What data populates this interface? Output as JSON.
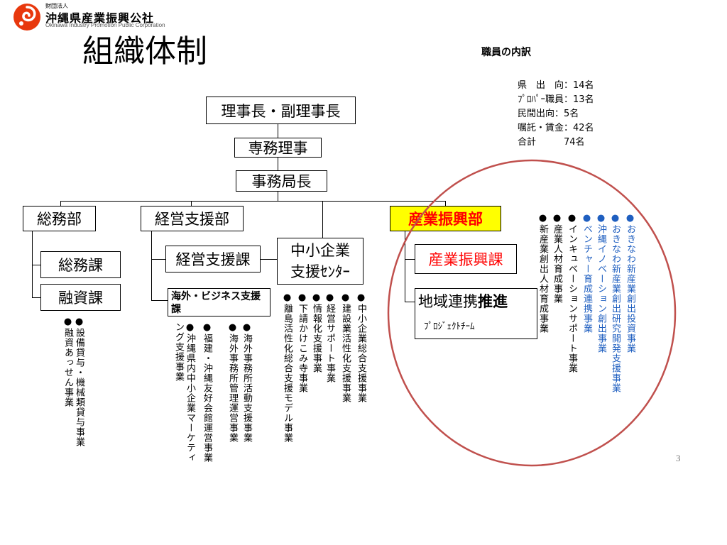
{
  "logo": {
    "small": "財団法人",
    "name": "沖縄県産業振興公社",
    "english": "Okinawa Industry Promotion Public Corporation"
  },
  "title": "組織体制",
  "staff": {
    "title": "職員の内訳",
    "lines": [
      "県　出　向：14名",
      "ﾌﾟﾛﾊﾟｰ職員：13名",
      "民間出向：5名",
      "嘱託・賃金：42名",
      "合計　　　74名"
    ]
  },
  "org": {
    "chairman": "理事長・副理事長",
    "director": "専務理事",
    "secretariat": "事務局長",
    "general_affairs": {
      "dept": "総務部",
      "sections": [
        "総務課",
        "融資課"
      ],
      "projects": [
        "●設備貸与・機械類貸与事業",
        "●融資あっせん事業"
      ]
    },
    "management_support": {
      "dept": "経営支援部",
      "section": "経営支援課",
      "overseas": "海外・ビジネス支援課",
      "overseas_projects": [
        "●海外事務所活動支援事業",
        "●海外事務所管理運営事業",
        "●福建・沖縄友好会館運営事業",
        "●沖縄県内中小企業マーケティング支援事業"
      ],
      "sme_center_line1": "中小企業",
      "sme_center_line2": "支援ｾﾝﾀｰ",
      "sme_projects": [
        "●中小企業総合支援事業",
        "●建設業活性化支援事業",
        "●経営サポート事業",
        "●情報化支援事業",
        "●下請かけこみ寺事業",
        "●離島活性化総合支援モデル事業"
      ]
    },
    "industry_promotion": {
      "dept": "産業振興部",
      "section": "産業振興課",
      "regional": "地域連携",
      "regional_bold": "推進",
      "project_team": "ﾌﾟﾛｼﾞｪｸﾄﾁｰﾑ",
      "blue_projects": [
        "●おきなわ新産業創出投資事業",
        "●おきなわ新産業創出研究開発支援事業",
        "●沖縄イノベーション創出事業",
        "●ベンチャー育成連携事業"
      ],
      "black_projects": [
        "●インキュベーションサポート事業",
        "●産業人材育成事業",
        "●新産業創出人材育成事業"
      ]
    }
  },
  "page_number": "3",
  "colors": {
    "highlight_yellow": "#ffff00",
    "highlight_red_text": "#ff0000",
    "ellipse_stroke": "#c0504d",
    "blue_text": "#1f5fc0",
    "logo_orange": "#e8380d"
  }
}
